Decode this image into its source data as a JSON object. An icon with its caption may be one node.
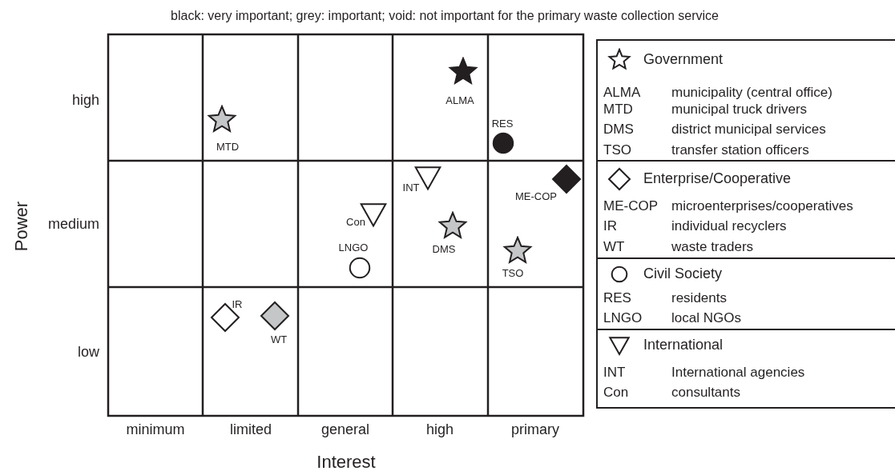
{
  "diagram": {
    "nodes": [
      {
        "text": [],
        "shape": "star",
        "beside": [
          "ALMA"
        ]
      },
      {
        "text": [],
        "shape": "circle",
        "beside": [
          "RES"
        ]
      },
      {
        "text": [],
        "shape": "star",
        "beside": [
          "MTD"
        ]
      },
      {
        "text": [],
        "shape": "triangle",
        "beside": [
          "INT"
        ]
      },
      {
        "text": [],
        "shape": "diamond",
        "beside": [
          "ME-COP"
        ]
      },
      {
        "text": [],
        "shape": "triangle",
        "beside": [
          "Con"
        ]
      },
      {
        "text": [],
        "shape": "star",
        "beside": [
          "DMS"
        ]
      },
      {
        "text": [],
        "shape": "star",
        "beside": [
          "TSO"
        ]
      },
      {
        "text": [],
        "shape": "circle",
        "beside": [
          "LNGO"
        ]
      },
      {
        "text": [],
        "shape": "diamond",
        "beside": [
          "IR"
        ]
      },
      {
        "text": [],
        "shape": "diamond",
        "beside": [
          "WT"
        ]
      }
    ],
    "edges": [],
    "labels": [
      "black: very important; grey: important; void: not important for the primary waste collection service",
      "high",
      "medium",
      "low",
      "Power",
      "minimum",
      "limited",
      "general",
      "high",
      "primary",
      "Interest",
      "ALMA",
      "municipality (central office)",
      "MTD",
      "municipal truck drivers",
      "DMS",
      "district municipal services",
      "TSO",
      "transfer station officers",
      "ME-COP",
      "microenterprises/cooperatives",
      "IR",
      "individual recyclers",
      "WT",
      "waste traders",
      "RES",
      "residents",
      "LNGO",
      "local NGOs",
      "INT",
      "International agencies",
      "Con",
      "consultants"
    ],
    "legend": [
      {
        "text": "Government"
      },
      {
        "text": "Enterprise/Cooperative"
      },
      {
        "text": "Civil Society"
      },
      {
        "text": "International"
      }
    ]
  }
}
